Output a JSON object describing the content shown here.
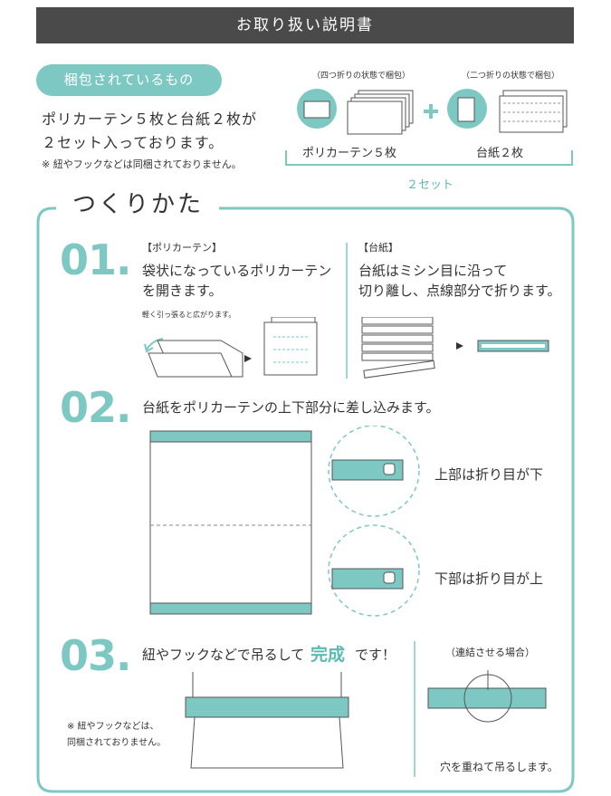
{
  "title": "お取り扱い説明書",
  "contents": {
    "pill": "梱包されているもの",
    "line1": "ポリカーテン５枚と台紙２枚が",
    "line2": "２セット入っております。",
    "note": "※ 紐やフックなどは同梱されておりません。",
    "curtain_pack_label": "（四つ折りの状態で梱包）",
    "board_pack_label": "（二つ折りの状態で梱包）",
    "curtain_caption": "ポリカーテン５枚",
    "board_caption": "台紙２枚",
    "sets": "２セット"
  },
  "howto": {
    "heading": "つくりかた",
    "step1": {
      "number": "01.",
      "left_label": "【ポリカーテン】",
      "left_line1": "袋状になっているポリカーテン",
      "left_line2": "を開きます。",
      "left_hint": "軽く引っ張ると広がります。",
      "right_label": "【台紙】",
      "right_line1": "台紙はミシン目に沿って",
      "right_line2": "切り離し、点線部分で折ります。"
    },
    "step2": {
      "number": "02.",
      "text": "台紙をポリカーテンの上下部分に差し込みます。",
      "top_label": "上部は折り目が下",
      "bottom_label": "下部は折り目が上"
    },
    "step3": {
      "number": "03.",
      "text_before": "紐やフックなどで吊るして",
      "text_highlight": "完成",
      "text_after": "です！",
      "note_line1": "※ 紐やフックなどは、",
      "note_line2": "同梱されておりません。",
      "connect_label": "（連結させる場合）",
      "connect_caption": "穴を重ねて吊るします。"
    }
  },
  "colors": {
    "accent": "#7ec8c3",
    "dark": "#4a4a4a",
    "text": "#333333"
  }
}
